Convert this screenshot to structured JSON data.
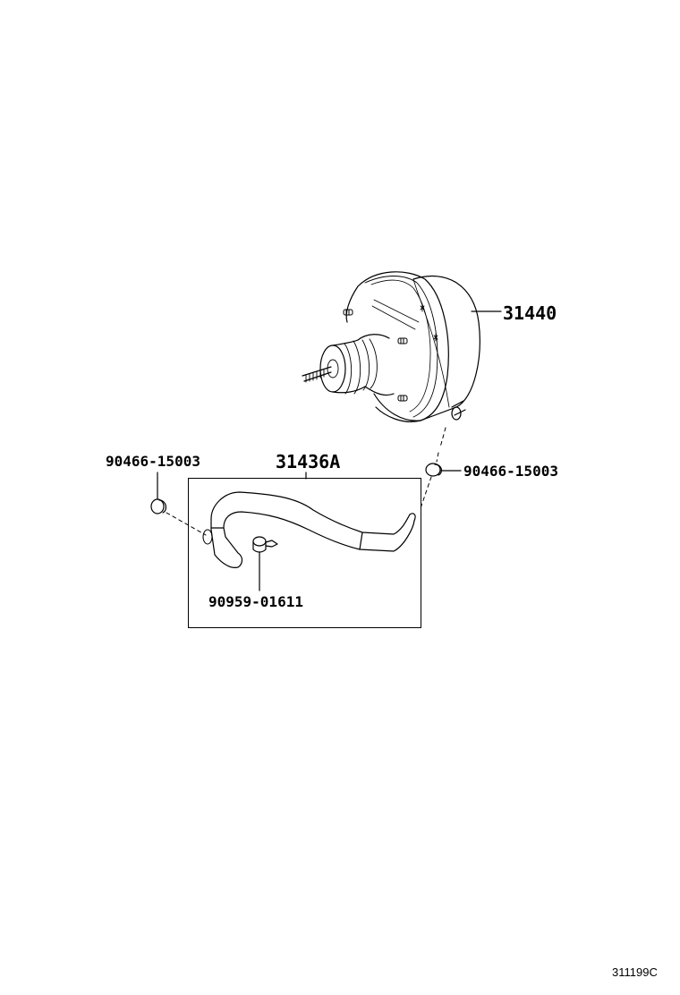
{
  "diagram": {
    "type": "parts-exploded-view",
    "parts": [
      {
        "id": "booster",
        "number": "31440",
        "description_visual": "brake booster assembly"
      },
      {
        "id": "hose-assembly",
        "number": "31436A",
        "description_visual": "vacuum hose assembly (boxed group)"
      },
      {
        "id": "check-valve-left",
        "number": "90466-15003",
        "description_visual": "hose clip/cap, left"
      },
      {
        "id": "check-valve-right",
        "number": "90466-15003",
        "description_visual": "hose clip/cap, right"
      },
      {
        "id": "hose-clamp",
        "number": "90959-01611",
        "description_visual": "hose clamp"
      }
    ],
    "footer_code": "311199C"
  },
  "colors": {
    "line": "#000000",
    "background": "#ffffff"
  }
}
